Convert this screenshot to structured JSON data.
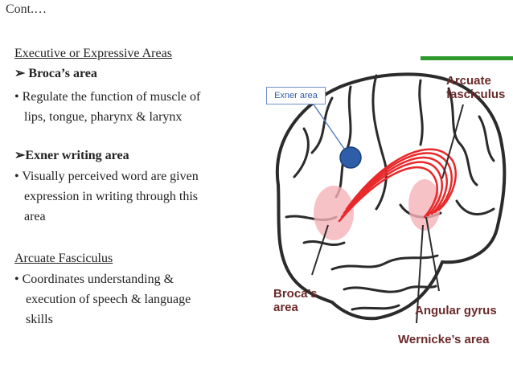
{
  "header": {
    "cont": "Cont.…"
  },
  "left": {
    "section1_title": "Executive or Expressive Areas",
    "broca_heading": "Broca’s area",
    "broca_line1": "• Regulate the function of muscle of",
    "broca_line2": "lips, tongue, pharynx & larynx",
    "exner_heading": "Exner writing area",
    "exner_line1": "• Visually perceived word are given",
    "exner_line2": "expression in writing through this",
    "exner_line3": "area",
    "section2_title": "Arcuate Fasciculus",
    "arcuate_line1": "• Coordinates understanding &",
    "arcuate_line2": "execution of speech & language",
    "arcuate_line3": "skills"
  },
  "figure": {
    "exner_label": "Exner area",
    "arcuate_label_1": "Arcuate",
    "arcuate_label_2": "fasciculus",
    "broca_label_1": "Broca’s",
    "broca_label_2": "area",
    "angular_label": "Angular gyrus",
    "wernicke_label": "Wernicke’s area",
    "colors": {
      "tract": "#e8282a",
      "highlight": "#f5b3b8",
      "exner_dot": "#2f5ea8",
      "green_bar": "#2e9a2e",
      "outline": "#2b2b2b"
    }
  }
}
